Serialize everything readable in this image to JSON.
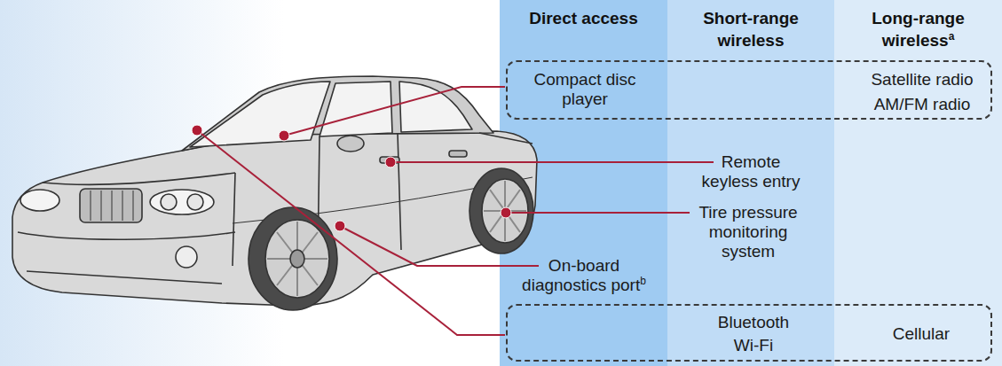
{
  "diagram": {
    "nodes": [
      {
        "text": [
          "Direct access"
        ]
      },
      {
        "text": [
          "Short-range wireless"
        ]
      },
      {
        "text": [
          "Long-range wireless",
          "a"
        ]
      },
      {
        "text": [
          "Compact disc player",
          "Satellite radio",
          "AM/FM radio"
        ]
      },
      {
        "text": [
          "Bluetooth",
          "Wi-Fi",
          "Cellular"
        ]
      }
    ],
    "labels": [
      "Remote keyless entry",
      "Tire pressure monitoring system",
      "On-board diagnostics port",
      "b"
    ]
  }
}
